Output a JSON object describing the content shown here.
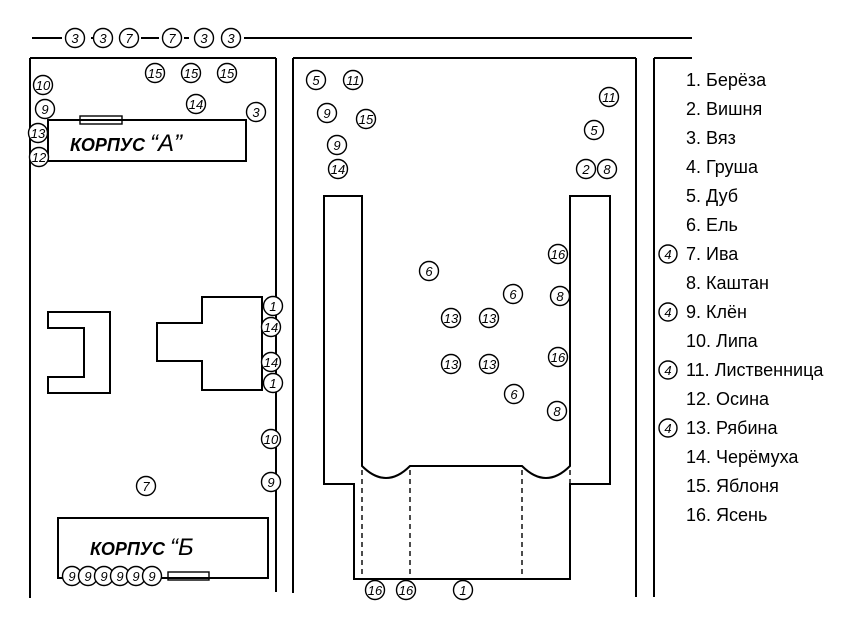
{
  "top_row": [
    "3",
    "3",
    "7",
    "7",
    "3",
    "3"
  ],
  "buildings": {
    "a": {
      "word": "КОРПУС",
      "letter": "“А”"
    },
    "b": {
      "word": "КОРПУС",
      "letter": "“Б"
    }
  },
  "legend": [
    {
      "label": "1. Берёза"
    },
    {
      "label": "2. Вишня"
    },
    {
      "label": "3. Вяз"
    },
    {
      "label": "4. Груша"
    },
    {
      "label": "5. Дуб"
    },
    {
      "label": "6. Ель"
    },
    {
      "label": "7. Ива",
      "marker": "4"
    },
    {
      "label": "8. Каштан"
    },
    {
      "label": "9. Клён",
      "marker": "4"
    },
    {
      "label": "10. Липа"
    },
    {
      "label": "11. Лиственница",
      "marker": "4"
    },
    {
      "label": "12. Осина"
    },
    {
      "label": "13. Рябина",
      "marker": "4"
    },
    {
      "label": "14. Черёмуха"
    },
    {
      "label": "15. Яблоня"
    },
    {
      "label": "16. Ясень"
    }
  ],
  "trees": [
    {
      "n": "10"
    },
    {
      "n": "9"
    },
    {
      "n": "13"
    },
    {
      "n": "12"
    },
    {
      "n": "15"
    },
    {
      "n": "15"
    },
    {
      "n": "15"
    },
    {
      "n": "14"
    },
    {
      "n": "3"
    },
    {
      "n": "1"
    },
    {
      "n": "14"
    },
    {
      "n": "14"
    },
    {
      "n": "1"
    },
    {
      "n": "10"
    },
    {
      "n": "9"
    },
    {
      "n": "7"
    },
    {
      "n": "9"
    },
    {
      "n": "9"
    },
    {
      "n": "9"
    },
    {
      "n": "9"
    },
    {
      "n": "9"
    },
    {
      "n": "9"
    },
    {
      "n": "5"
    },
    {
      "n": "11"
    },
    {
      "n": "9"
    },
    {
      "n": "15"
    },
    {
      "n": "9"
    },
    {
      "n": "14"
    },
    {
      "n": "11"
    },
    {
      "n": "5"
    },
    {
      "n": "2"
    },
    {
      "n": "8"
    },
    {
      "n": "16"
    },
    {
      "n": "8"
    },
    {
      "n": "16"
    },
    {
      "n": "8"
    },
    {
      "n": "6"
    },
    {
      "n": "6"
    },
    {
      "n": "6"
    },
    {
      "n": "13"
    },
    {
      "n": "13"
    },
    {
      "n": "13"
    },
    {
      "n": "13"
    },
    {
      "n": "16"
    },
    {
      "n": "16"
    },
    {
      "n": "1"
    }
  ]
}
